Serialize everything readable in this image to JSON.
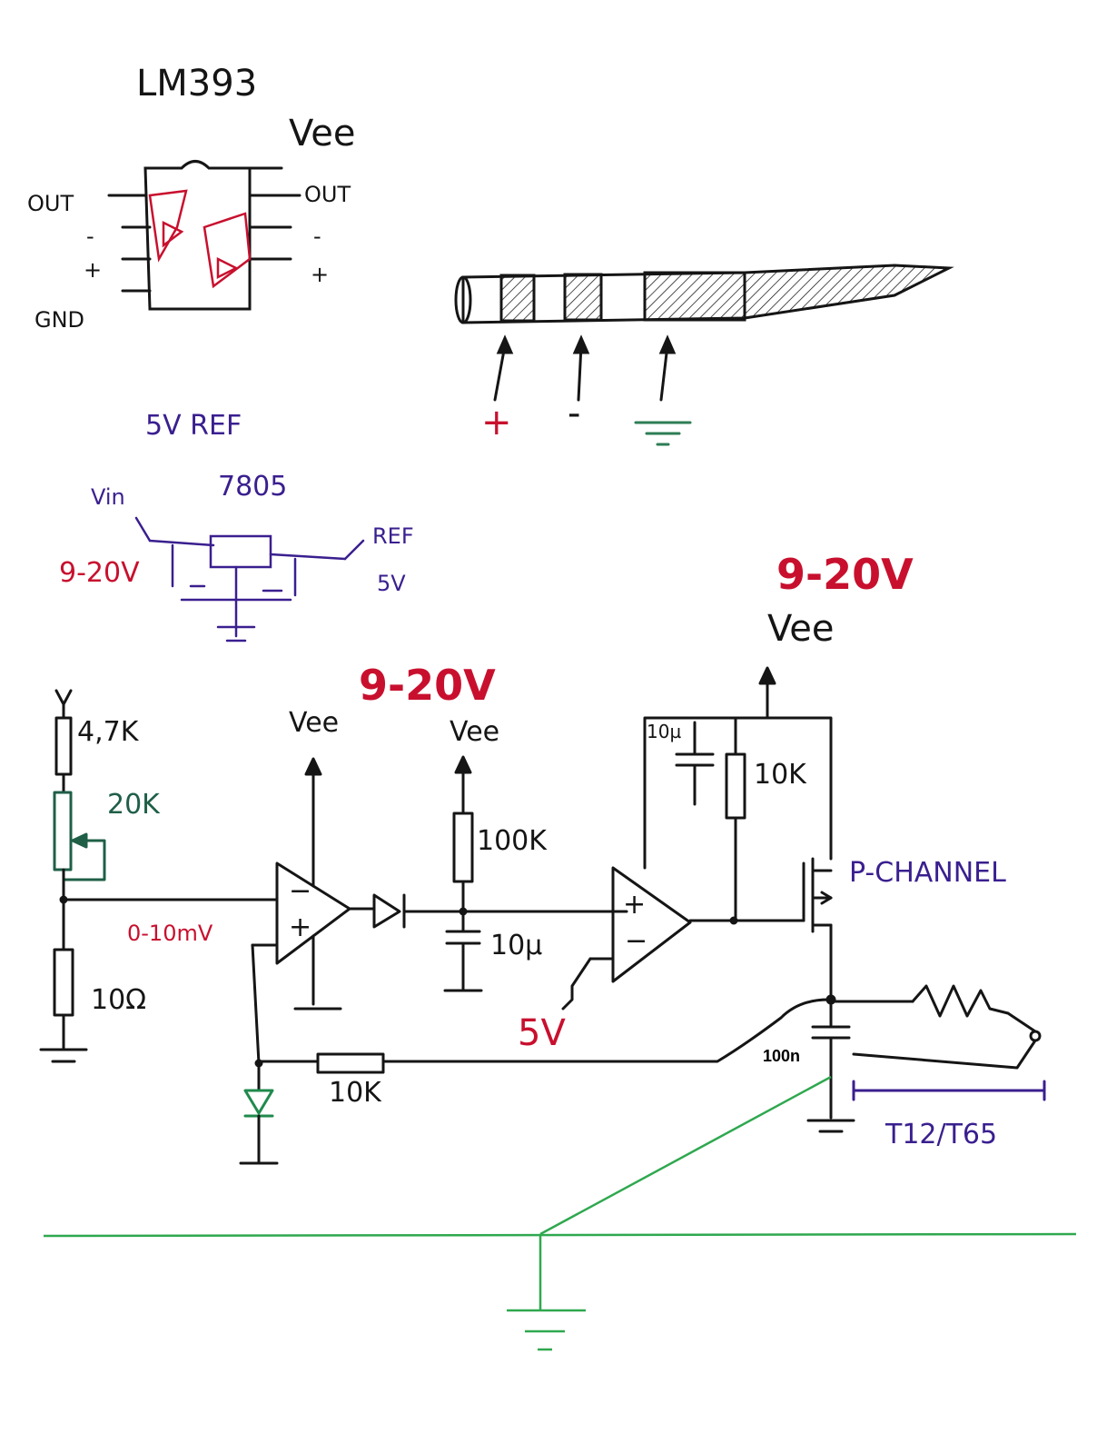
{
  "colors": {
    "ink": "#151515",
    "red": "#c8102e",
    "purple": "#3a1f8f",
    "dark_green": "#1f5f47",
    "green_overlay": "#2fa84f"
  },
  "comparator_pinout": {
    "title": "LM393",
    "left_pins": [
      "OUT",
      "-",
      "+",
      "GND"
    ],
    "right_pins": [
      "Vee",
      "OUT",
      "-",
      "+"
    ]
  },
  "jack_plug": {
    "terminals": [
      "+",
      "-"
    ],
    "ground_icon": "ground-symbol"
  },
  "reference": {
    "title": "5V REF",
    "regulator": "7805",
    "input_label": "Vin",
    "input_range": "9-20V",
    "output_label": "REF",
    "output_value": "5V"
  },
  "circuit": {
    "supply_top": "9-20V",
    "supply_top_label": "Vee",
    "supply_mid": "9-20V",
    "vee_left": "Vee",
    "vee_mid": "Vee",
    "r_top": "4,7K",
    "pot": "20K",
    "sense_range": "0-10mV",
    "r_shunt": "10Ω",
    "r_pullup": "100K",
    "c_filter": "10µ",
    "r_feedback": "10K",
    "cap_decoupling": "10µ",
    "r_gate": "10K",
    "mosfet_type": "P-CHANNEL",
    "reference_input": "5V",
    "cap_tip": "100n",
    "tip_type": "T12/T65"
  }
}
